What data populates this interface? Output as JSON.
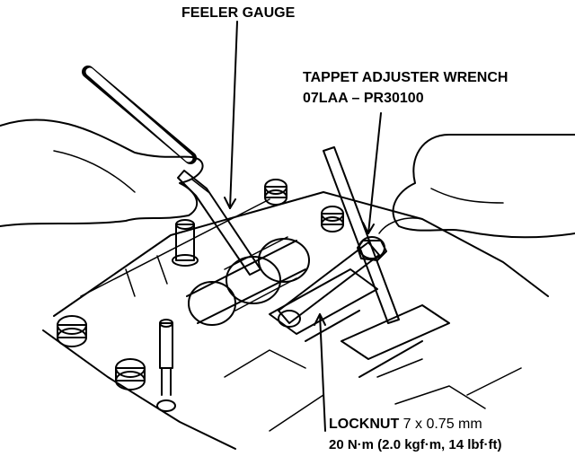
{
  "labels": {
    "feeler_gauge": "FEELER GAUGE",
    "tappet_wrench": "TAPPET ADJUSTER WRENCH",
    "tappet_part_number": "07LAA – PR30100",
    "locknut_name": "LOCKNUT",
    "locknut_size": "7 x 0.75 mm",
    "locknut_torque": "20 N·m (2.0 kgf·m, 14 lbf·ft)"
  },
  "colors": {
    "ink": "#000000",
    "paper": "#ffffff"
  }
}
